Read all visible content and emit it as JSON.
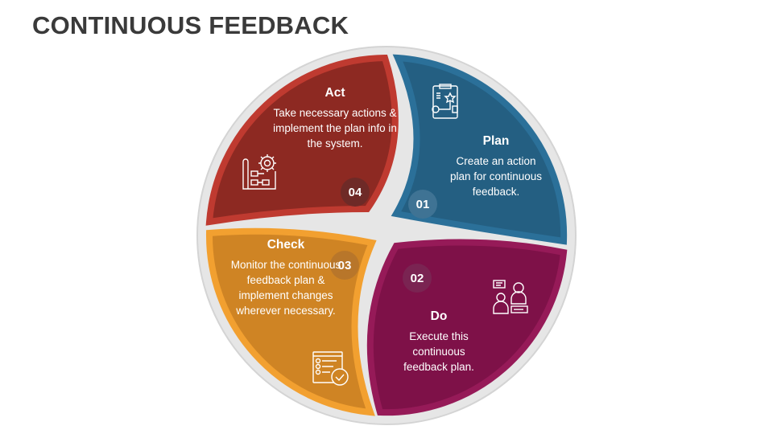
{
  "title": "CONTINUOUS FEEDBACK",
  "segments": [
    {
      "number": "01",
      "heading": "Plan",
      "text": "Create an action plan for continuous feedback.",
      "color": "#245f82",
      "rim": "#2b7099",
      "icon": "clipboard-plan-icon"
    },
    {
      "number": "02",
      "heading": "Do",
      "text": "Execute this continuous feedback plan.",
      "color": "#7e1148",
      "rim": "#961a58",
      "icon": "people-discussion-icon"
    },
    {
      "number": "03",
      "heading": "Check",
      "text": "Monitor the continuous feedback plan & implement changes wherever necessary.",
      "color": "#cf8424",
      "rim": "#f2a030",
      "icon": "checklist-icon"
    },
    {
      "number": "04",
      "heading": "Act",
      "text": "Take necessary actions & implement the plan info in the system.",
      "color": "#8d2922",
      "rim": "#bf3a30",
      "icon": "blueprint-gear-icon"
    }
  ]
}
